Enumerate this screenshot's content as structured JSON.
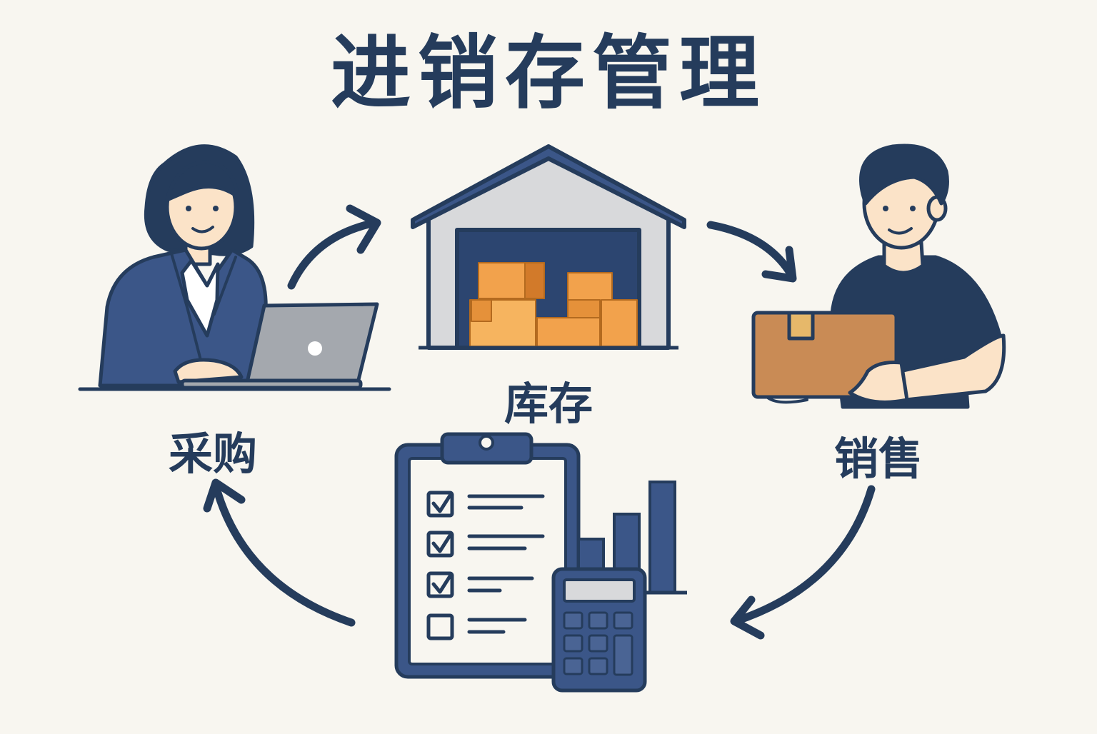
{
  "title": "进销存管理",
  "stages": {
    "purchase": "采购",
    "inventory": "库存",
    "sales": "销售"
  },
  "colors": {
    "background": "#f8f6f0",
    "navy": "#253c5c",
    "box_orange": "#f2a24c",
    "parcel_brown": "#c98b55",
    "skin": "#fbe3c8",
    "laptop_gray": "#a4a8ae"
  },
  "icons": [
    "woman-at-laptop",
    "warehouse",
    "man-holding-box",
    "checklist-clipboard",
    "bar-chart",
    "calculator",
    "cycle-arrow"
  ]
}
